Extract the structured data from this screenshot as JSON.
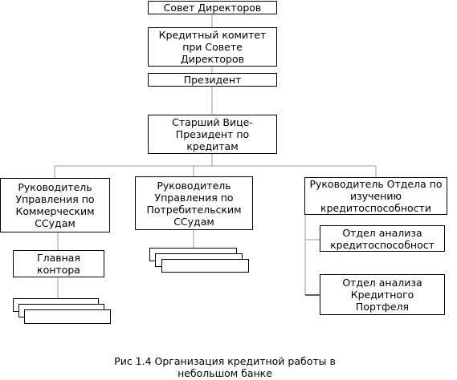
{
  "diagram": {
    "board": "Совет Директоров",
    "credit_committee": "Кредитный комитет\nпри Совете\nДиректоров",
    "president": "Президент",
    "senior_vp": "Старший Вице-\nПрезидент по\nкредитам",
    "commercial_head": "Руководитель\nУправления по\nКоммерческим\nССудам",
    "consumer_head": "Руководитель\nУправления по\nПотребительским\nССудам",
    "credit_analysis_head": "Руководитель Отдела по\nизучению\nкредитоспособности",
    "main_office": "Главная\nконтора",
    "creditworthiness_dept": "Отдел анализа\nкредитоспособност\nи",
    "portfolio_dept": "Отдел анализа\nКредитного\nПортфеля"
  },
  "caption": "Рис 1.4 Организация кредитной работы в\nнебольшом банке"
}
